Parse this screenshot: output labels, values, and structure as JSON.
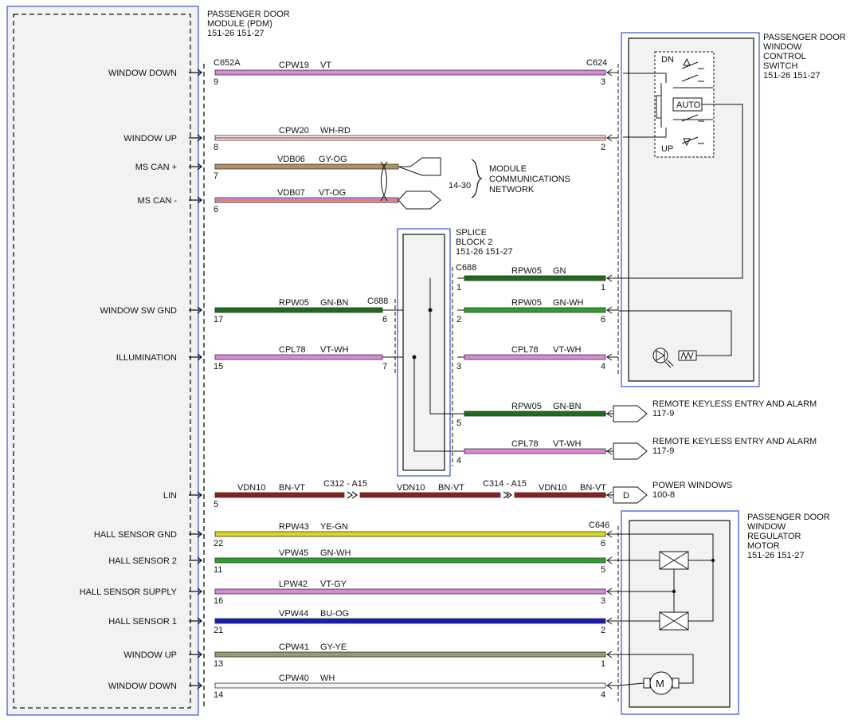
{
  "module": {
    "title_lines": [
      "PASSENGER DOOR",
      "MODULE (PDM)",
      "151-26  151-27"
    ],
    "connector_main": "C652A",
    "connector_splice": "C688"
  },
  "pins": [
    {
      "label": "WINDOW DOWN",
      "pin": "9"
    },
    {
      "label": "WINDOW UP",
      "pin": "8"
    },
    {
      "label": "MS CAN +",
      "pin": "7"
    },
    {
      "label": "MS CAN -",
      "pin": "6"
    },
    {
      "label": "WINDOW SW GND",
      "pin": "17"
    },
    {
      "label": "ILLUMINATION",
      "pin": "15"
    },
    {
      "label": "LIN",
      "pin": "5"
    },
    {
      "label": "HALL SENSOR GND",
      "pin": "22"
    },
    {
      "label": "HALL SENSOR 2",
      "pin": "11"
    },
    {
      "label": "HALL SENSOR SUPPLY",
      "pin": "16"
    },
    {
      "label": "HALL SENSOR 1",
      "pin": "21"
    },
    {
      "label": "WINDOW UP",
      "pin": "13"
    },
    {
      "label": "WINDOW DOWN",
      "pin": "14"
    }
  ],
  "wires": {
    "window_down_top": {
      "circuit": "CPW19",
      "color_code": "VT",
      "color": "#d98ad6",
      "far_pin": "3"
    },
    "window_up_top": {
      "circuit": "CPW20",
      "color_code": "WH-RD",
      "color": "#f3f3f3",
      "stripe": "#c0392b",
      "far_pin": "2"
    },
    "ms_can_plus": {
      "circuit": "VDB06",
      "color_code": "GY-OG",
      "color": "#9a9a80",
      "stripe": "#d9822b"
    },
    "ms_can_minus": {
      "circuit": "VDB07",
      "color_code": "VT-OG",
      "color": "#d98ad6",
      "stripe": "#d9822b"
    },
    "sw_gnd_left": {
      "circuit": "RPW05",
      "color_code": "GN-BN",
      "color": "#1f6b1f",
      "splice_pin": "6"
    },
    "illum_left": {
      "circuit": "CPL78",
      "color_code": "VT-WH",
      "color": "#d98ad6",
      "splice_pin": "7"
    },
    "splice_r1": {
      "circuit": "RPW05",
      "color_code": "GN",
      "color": "#1f6b1f",
      "splice_pin": "1",
      "far_pin": "1"
    },
    "splice_r2": {
      "circuit": "RPW05",
      "color_code": "GN-WH",
      "color": "#2e9e2e",
      "splice_pin": "2",
      "far_pin": "6"
    },
    "splice_r3": {
      "circuit": "CPL78",
      "color_code": "VT-WH",
      "color": "#d98ad6",
      "splice_pin": "3",
      "far_pin": "4"
    },
    "splice_r5": {
      "circuit": "RPW05",
      "color_code": "GN-BN",
      "color": "#1f6b1f",
      "splice_pin": "5"
    },
    "splice_r4": {
      "circuit": "CPL78",
      "color_code": "VT-WH",
      "color": "#d98ad6",
      "splice_pin": "4"
    },
    "lin_1": {
      "circuit": "VDN10",
      "color_code": "BN-VT",
      "color": "#8b2020"
    },
    "lin_2": {
      "circuit": "VDN10",
      "color_code": "BN-VT",
      "color": "#8b2020"
    },
    "lin_3": {
      "circuit": "VDN10",
      "color_code": "BN-VT",
      "color": "#8b2020"
    },
    "hall_gnd": {
      "circuit": "RPW43",
      "color_code": "YE-GN",
      "color": "#d8d820",
      "far_pin": "6"
    },
    "hall_2": {
      "circuit": "VPW45",
      "color_code": "GN-WH",
      "color": "#2e9e2e",
      "far_pin": "5"
    },
    "hall_supply": {
      "circuit": "LPW42",
      "color_code": "VT-GY",
      "color": "#d98ad6",
      "far_pin": "3"
    },
    "hall_1": {
      "circuit": "VPW44",
      "color_code": "BU-OG",
      "color": "#1a1ab8",
      "far_pin": "2"
    },
    "motor_up": {
      "circuit": "CPW41",
      "color_code": "GY-YE",
      "color": "#9a9a70",
      "far_pin": "1"
    },
    "motor_down": {
      "circuit": "CPW40",
      "color_code": "WH",
      "color": "#f3f3f3",
      "far_pin": "4"
    }
  },
  "connectors": {
    "switch": "C624",
    "inline_1": "C312 - A15",
    "inline_2": "C314 - A15",
    "motor": "C646"
  },
  "network": {
    "ref": "14-30",
    "lines": [
      "MODULE",
      "COMMUNICATIONS",
      "NETWORK"
    ]
  },
  "splice": {
    "lines": [
      "SPLICE",
      "BLOCK 2",
      "151-26  151-27"
    ]
  },
  "window_switch": {
    "title_lines": [
      "PASSENGER DOOR",
      "WINDOW",
      "CONTROL",
      "SWITCH",
      "151-26  151-27"
    ],
    "dn": "DN",
    "up": "UP",
    "auto": "AUTO"
  },
  "regulator": {
    "title_lines": [
      "PASSENGER DOOR",
      "WINDOW",
      "REGULATOR",
      "MOTOR",
      "151-26  151-27"
    ],
    "motor_symbol": "M"
  },
  "references": {
    "rke_1": {
      "lines": [
        "REMOTE KEYLESS ENTRY AND ALARM",
        "117-9"
      ]
    },
    "rke_2": {
      "lines": [
        "REMOTE KEYLESS ENTRY AND ALARM",
        "117-9"
      ]
    },
    "power_windows": {
      "lines": [
        "POWER WINDOWS",
        "100-8"
      ],
      "arrow_letter": "D"
    }
  },
  "colors": {
    "frame_blue": "#3b4fd1",
    "component_fill": "#f2f2f2",
    "line": "#222222"
  }
}
